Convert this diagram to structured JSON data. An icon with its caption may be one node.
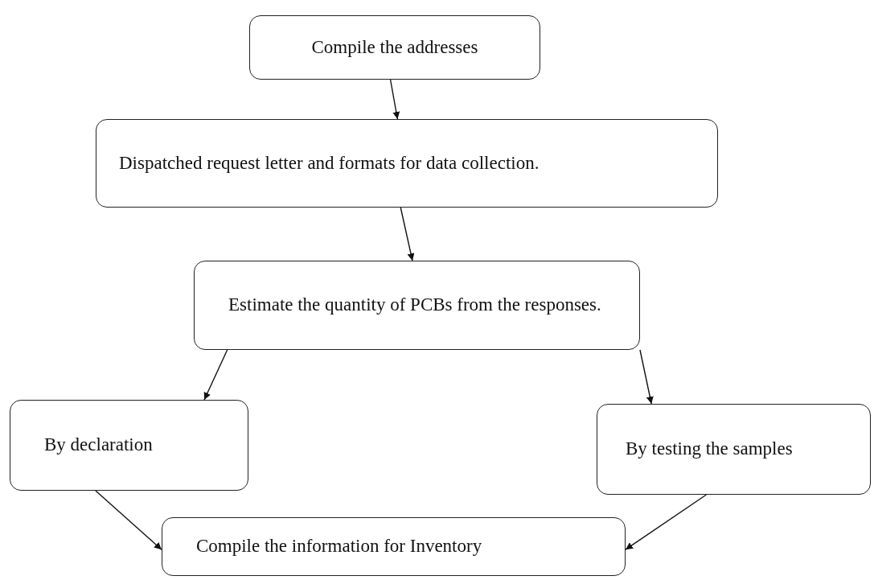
{
  "diagram": {
    "nodes": [
      {
        "text": [
          "Compile the addresses"
        ]
      },
      {
        "text": [
          "Dispatched request letter and formats for data collection."
        ]
      },
      {
        "text": [
          "Estimate the quantity of PCBs from the responses."
        ]
      },
      {
        "text": [
          "By declaration"
        ]
      },
      {
        "text": [
          "By testing the samples"
        ]
      },
      {
        "text": [
          "Compile the information for Inventory"
        ]
      }
    ],
    "edges": [
      {
        "from": 0,
        "to": 1,
        "arrow": "to"
      },
      {
        "from": 1,
        "to": 2,
        "arrow": "to"
      },
      {
        "from": 2,
        "to": 3,
        "arrow": "to"
      },
      {
        "from": 2,
        "to": 4,
        "arrow": "to"
      },
      {
        "from": 3,
        "to": 5,
        "arrow": "to"
      },
      {
        "from": 4,
        "to": 5,
        "arrow": "to"
      }
    ]
  }
}
